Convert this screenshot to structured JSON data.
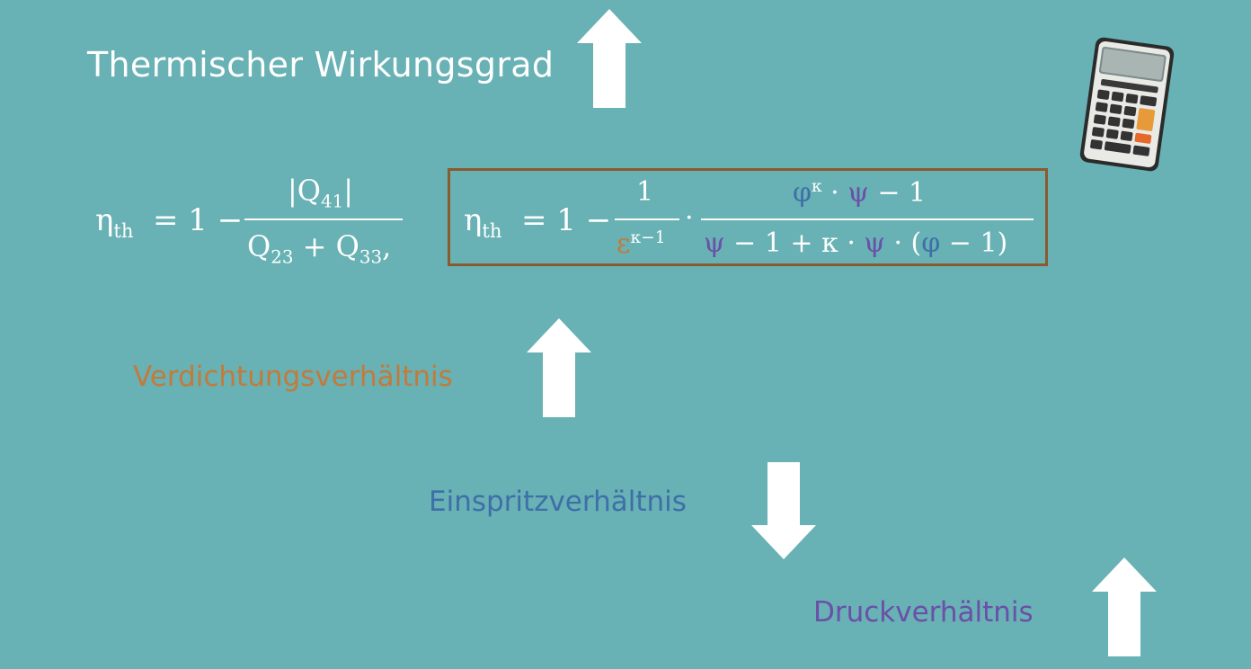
{
  "title": "Thermischer Wirkungsgrad",
  "formula1": {
    "lhs_eta": "η",
    "lhs_sub": "th",
    "eq": "= 1 −",
    "num": "|Q",
    "num_sub": "41",
    "num_close": "|",
    "den_q1": "Q",
    "den_sub1": "23",
    "den_plus": "+ Q",
    "den_sub2": "33",
    "den_comma": ","
  },
  "formula2": {
    "lhs_eta": "η",
    "lhs_sub": "th",
    "eq": "= 1 −",
    "frac1_num": "1",
    "frac1_den": "ε",
    "frac1_den_exp": "κ−1",
    "dot": "·",
    "num_phi": "φ",
    "num_phi_exp": "κ",
    "num_dot": " · ",
    "num_psi": "ψ",
    "num_minus": " − 1",
    "den_psi1": "ψ",
    "den_mid": " − 1 + κ · ",
    "den_psi2": "ψ",
    "den_dot": " · (",
    "den_phi": "φ",
    "den_close": " − 1)"
  },
  "labels": {
    "verdichtung": "Verdichtungsverhältnis",
    "einspritz": "Einspritzverhältnis",
    "druck": "Druckverhältnis"
  },
  "colors": {
    "background": "#68b1b4",
    "verdichtung": "#c47a3a",
    "einspritz": "#3f6fa8",
    "druck": "#6b4fa8",
    "box_border": "#8a5b2c"
  },
  "icons": [
    "arrow-up-icon",
    "arrow-up-icon",
    "arrow-down-icon",
    "arrow-up-icon",
    "calculator-icon"
  ]
}
